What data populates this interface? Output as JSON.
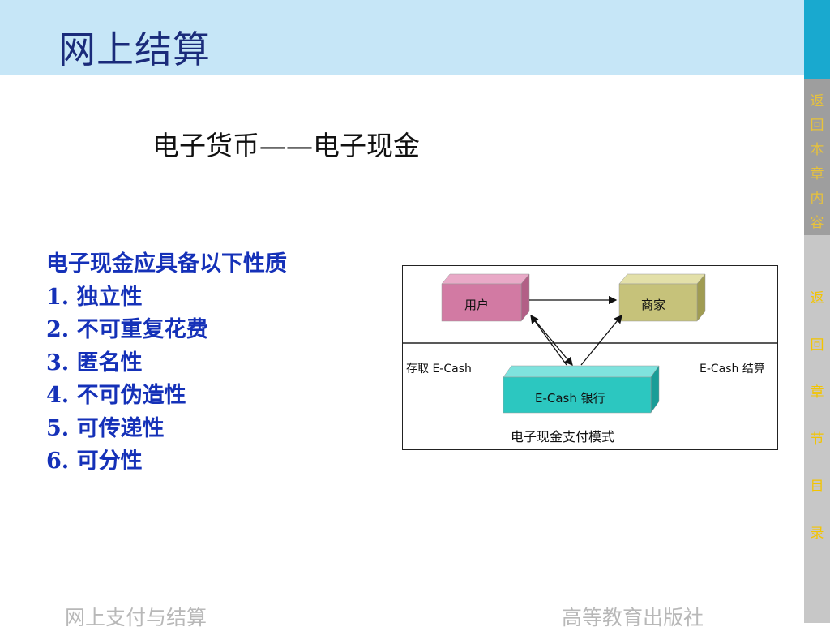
{
  "header": {
    "title": "网上结算"
  },
  "main": {
    "subtitle": "电子货币——电子现金",
    "properties": {
      "heading": "电子现金应具备以下性质",
      "items": [
        "1. 独立性",
        "2. 不可重复花费",
        "3. 匿名性",
        "4. 不可伪造性",
        "5. 可传递性",
        "6. 可分性"
      ]
    },
    "diagram": {
      "user_box": "用户",
      "merchant_box": "商家",
      "bank_box": "E-Cash 银行",
      "left_label": "存取 E-Cash",
      "right_label": "E-Cash 结算",
      "caption": "电子现金支付模式",
      "colors": {
        "user": "#d27aa3",
        "merchant": "#c6c27a",
        "bank": "#2cc7c0"
      }
    }
  },
  "sidebar": {
    "chapter_link": [
      "返",
      "回",
      "本",
      "章",
      "内",
      "容"
    ],
    "section_link": [
      "返",
      "回",
      "章",
      "节",
      "目",
      "录"
    ]
  },
  "footer": {
    "left": "网上支付与结算",
    "right": "高等教育出版社"
  }
}
